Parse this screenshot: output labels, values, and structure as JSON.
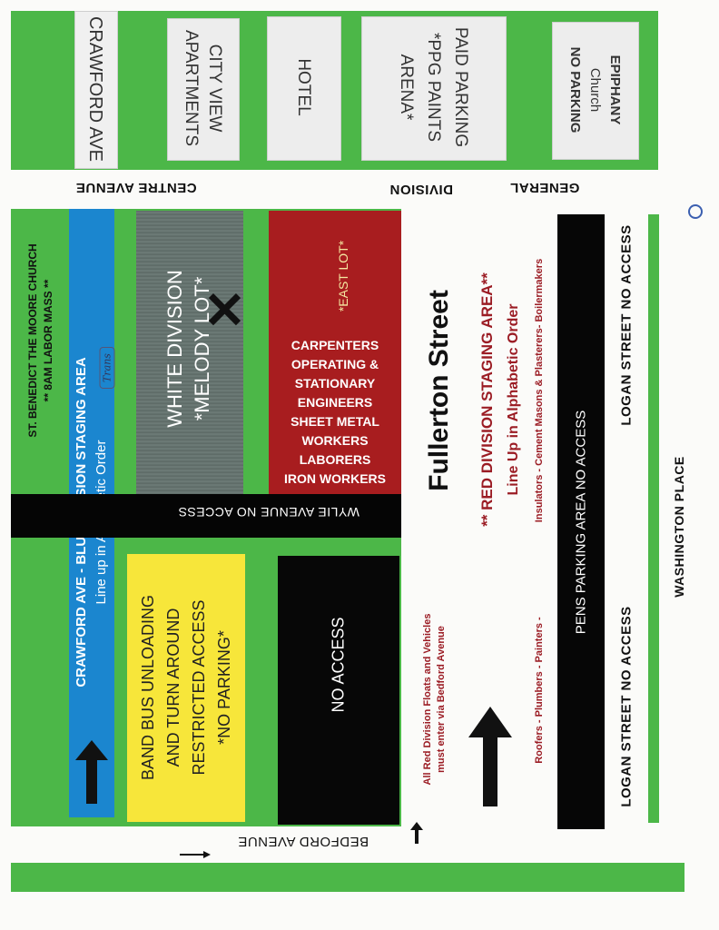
{
  "top_row": {
    "crawford_ave": "CRAWFORD AVE",
    "city_view": [
      "CITY VIEW",
      "APARTMENTS"
    ],
    "hotel": "HOTEL",
    "paid_parking": [
      "PAID PARKING",
      "*PPG PAINTS",
      "ARENA*"
    ],
    "epiphany": [
      "EPIPHANY",
      "Church",
      "NO PARKING"
    ]
  },
  "streets": {
    "centre_avenue": "CENTRE AVENUE",
    "division": "DIVISION",
    "general": "GENERAL",
    "bedford_avenue": "BEDFORD AVENUE",
    "wylie": "WYLIE AVENUE NO ACCESS",
    "fullerton": "Fullerton Street",
    "logan_top": "LOGAN STREET  NO ACCESS",
    "logan_bottom": "LOGAN STREET  NO ACCESS",
    "washington": "WASHINGTON PLACE"
  },
  "church": {
    "line1": "ST. BENEDICT THE MOORE CHURCH",
    "line2": "** 8AM LABOR MASS **"
  },
  "blue_area": {
    "line1": "CRAWFORD AVE - BLUE DIVISION STAGING AREA",
    "line2": "Line up in Alphabetic Order",
    "handwritten": "Trans"
  },
  "white_division": {
    "line1": "WHITE DIVISION",
    "line2": "*MELODY LOT*",
    "mark": "✕"
  },
  "east_lot": {
    "label": "*EAST LOT*",
    "unions": [
      "CARPENTERS",
      "OPERATING &",
      "STATIONARY",
      "ENGINEERS",
      "SHEET METAL",
      "WORKERS",
      "LABORERS",
      "IRON WORKERS"
    ]
  },
  "band_bus": {
    "lines": [
      "BAND BUS UNLOADING",
      "AND TURN AROUND",
      "RESTRICTED ACCESS",
      "*NO PARKING*"
    ]
  },
  "no_access_lot": "NO ACCESS",
  "red_area": {
    "title": "** RED DIVISION STAGING AREA**",
    "subtitle": "Line Up in Alphabetic Order",
    "trades_1": "Insulators - Cement Masons & Plasterers- Boilermakers",
    "trades_2": "Roofers - Plumbers -  Painters -",
    "floats_1": "All Red Division Floats and Vehicles",
    "floats_2": "must enter via Bedford Avenue"
  },
  "pens_parking": "PENS PARKING AREA NO ACCESS",
  "colors": {
    "green": "#4cb748",
    "blue": "#1b86cf",
    "red": "#a81d1f",
    "yellow": "#f7e63a",
    "dark_red_text": "#9b1c24"
  }
}
